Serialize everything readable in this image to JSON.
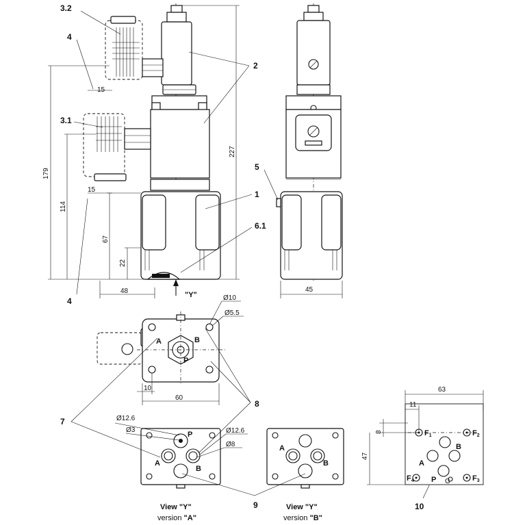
{
  "callouts": {
    "c1": "1",
    "c2": "2",
    "c31": "3.1",
    "c32": "3.2",
    "c4a": "4",
    "c4b": "4",
    "c5": "5",
    "c61": "6.1",
    "c7": "7",
    "c8": "8",
    "c9": "9",
    "c10": "10"
  },
  "dims": {
    "d15a": "15",
    "d15b": "15",
    "d179": "179",
    "d114": "114",
    "d67": "67",
    "d22": "22",
    "d227": "227",
    "d48": "48",
    "d45": "45",
    "d10": "10",
    "d60": "60",
    "d_phi10": "Ø10",
    "d_phi55": "Ø5.5",
    "d_phi126a": "Ø12.6",
    "d_phi3": "Ø3",
    "d_phi126b": "Ø12.6",
    "d_phi8": "Ø8",
    "d63": "63",
    "d11": "11",
    "d8": "8",
    "d47": "47"
  },
  "view_marker": "\"Y\"",
  "ports": {
    "A": "A",
    "B": "B",
    "P": "P",
    "G": "G",
    "F1": "F",
    "F2": "F",
    "F3": "F",
    "F4": "F",
    "s1": "1",
    "s2": "2",
    "s3": "3",
    "s4": "4"
  },
  "captions": {
    "viewA_line1": "View \"Y\"",
    "viewA_line2_prefix": "version ",
    "viewA_line2_bold": "\"A\"",
    "viewB_line1": "View \"Y\"",
    "viewB_line2_prefix": "version ",
    "viewB_line2_bold": "\"B\""
  }
}
